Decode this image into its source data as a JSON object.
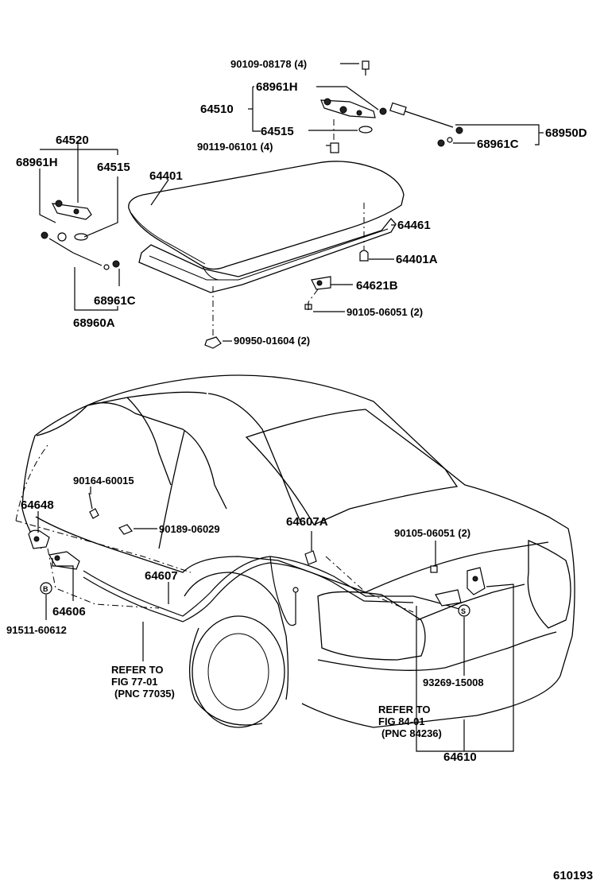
{
  "labels": {
    "p90109_08178": "90109-08178 (4)",
    "p68961H_top": "68961H",
    "p64510": "64510",
    "p64515_top": "64515",
    "p90119_06101": "90119-06101 (4)",
    "p68961C_top": "68961C",
    "p68950D": "68950D",
    "p64520": "64520",
    "p68961H_left": "68961H",
    "p64515_left": "64515",
    "p64401": "64401",
    "p64461": "64461",
    "p64401A": "64401A",
    "p64621B": "64621B",
    "p90105_06051_a": "90105-06051 (2)",
    "p68961C_left": "68961C",
    "p68960A": "68960A",
    "p90950_01604": "90950-01604 (2)",
    "p90164_60015": "90164-60015",
    "p64648": "64648",
    "p90189_06029": "90189-06029",
    "p64607A": "64607A",
    "p90105_06051_b": "90105-06051 (2)",
    "p64607": "64607",
    "p64606": "64606",
    "p91511_60612": "91511-60612",
    "refer1_l1": "REFER TO",
    "refer1_l2": "FIG 77-01",
    "refer1_l3": "(PNC 77035)",
    "p93269_15008": "93269-15008",
    "refer2_l1": "REFER TO",
    "refer2_l2": "FIG 84-01",
    "refer2_l3": "(PNC 84236)",
    "p64610": "64610",
    "figure_code": "610193",
    "marker_b": "B",
    "marker_s": "S"
  },
  "icons": {
    "marker_b": "circle-letter-icon",
    "marker_s": "circle-letter-icon"
  }
}
